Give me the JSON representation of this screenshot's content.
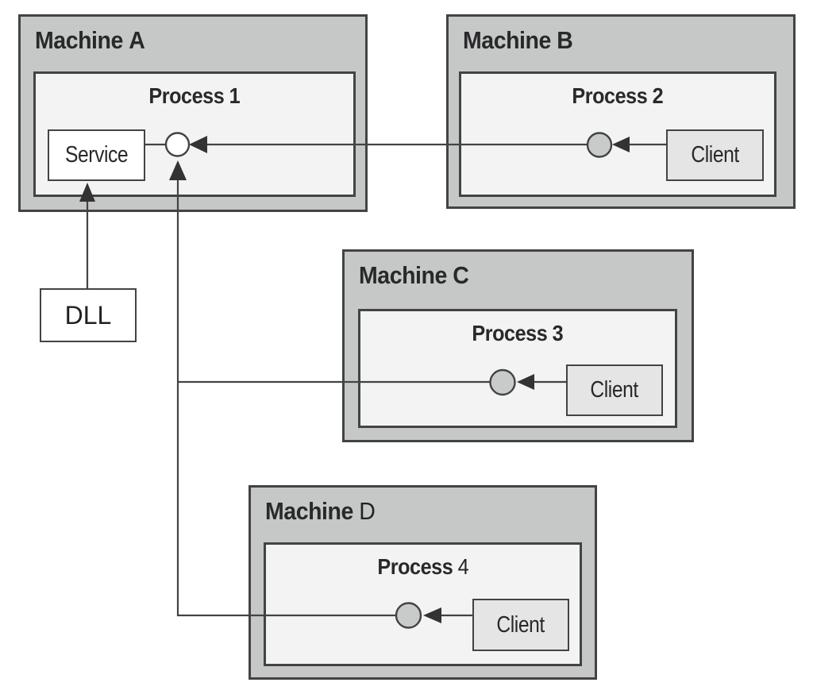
{
  "diagram": {
    "machines": [
      {
        "name": "Machine A",
        "name_word": "Machine",
        "name_letter": "A",
        "process": {
          "title": "Process 1",
          "title_word": "Process",
          "title_number": "1",
          "service_label": "Service",
          "interface_point": "white circle"
        }
      },
      {
        "name": "Machine B",
        "name_word": "Machine",
        "name_letter": "B",
        "process": {
          "title": "Process 2",
          "title_word": "Process",
          "title_number": "2",
          "client_label": "Client",
          "interface_point": "gray circle"
        }
      },
      {
        "name": "Machine C",
        "name_word": "Machine",
        "name_letter": "C",
        "process": {
          "title": "Process 3",
          "title_word": "Process",
          "title_number": "3",
          "client_label": "Client",
          "interface_point": "gray circle"
        }
      },
      {
        "name": "Machine D",
        "name_word": "Machine",
        "name_letter": "D",
        "process": {
          "title": "Process 4",
          "title_word": "Process",
          "title_number": "4",
          "client_label": "Client",
          "interface_point": "gray circle"
        }
      }
    ],
    "dll_label": "DLL",
    "connections": [
      {
        "from": "Client (Process 2)",
        "to": "interface point (Process 2)",
        "style": "arrow"
      },
      {
        "from": "Client (Process 3)",
        "to": "interface point (Process 3)",
        "style": "arrow"
      },
      {
        "from": "Client (Process 4)",
        "to": "interface point (Process 4)",
        "style": "arrow"
      },
      {
        "from": "interface point (Process 2)",
        "to": "interface point (Process 1)",
        "style": "arrow"
      },
      {
        "from": "interface point (Process 3)",
        "to": "interface point (Process 1)",
        "style": "arrow, shared vertical bus"
      },
      {
        "from": "interface point (Process 4)",
        "to": "interface point (Process 1)",
        "style": "arrow, shared vertical bus"
      },
      {
        "from": "DLL",
        "to": "Service",
        "style": "arrow"
      },
      {
        "from": "Service",
        "to": "interface point (Process 1)",
        "style": "plain line"
      }
    ],
    "colors": {
      "background": "#ffffff",
      "machine_fill": "#c6c8c7",
      "process_fill": "#f2f3f2",
      "client_fill": "#e4e5e4",
      "service_fill": "#ffffff",
      "interface_circle_p1_fill": "#ffffff",
      "interface_circle_gray_fill": "#c9cbca",
      "border_and_lines": "#424345",
      "text": "#29292b"
    }
  }
}
